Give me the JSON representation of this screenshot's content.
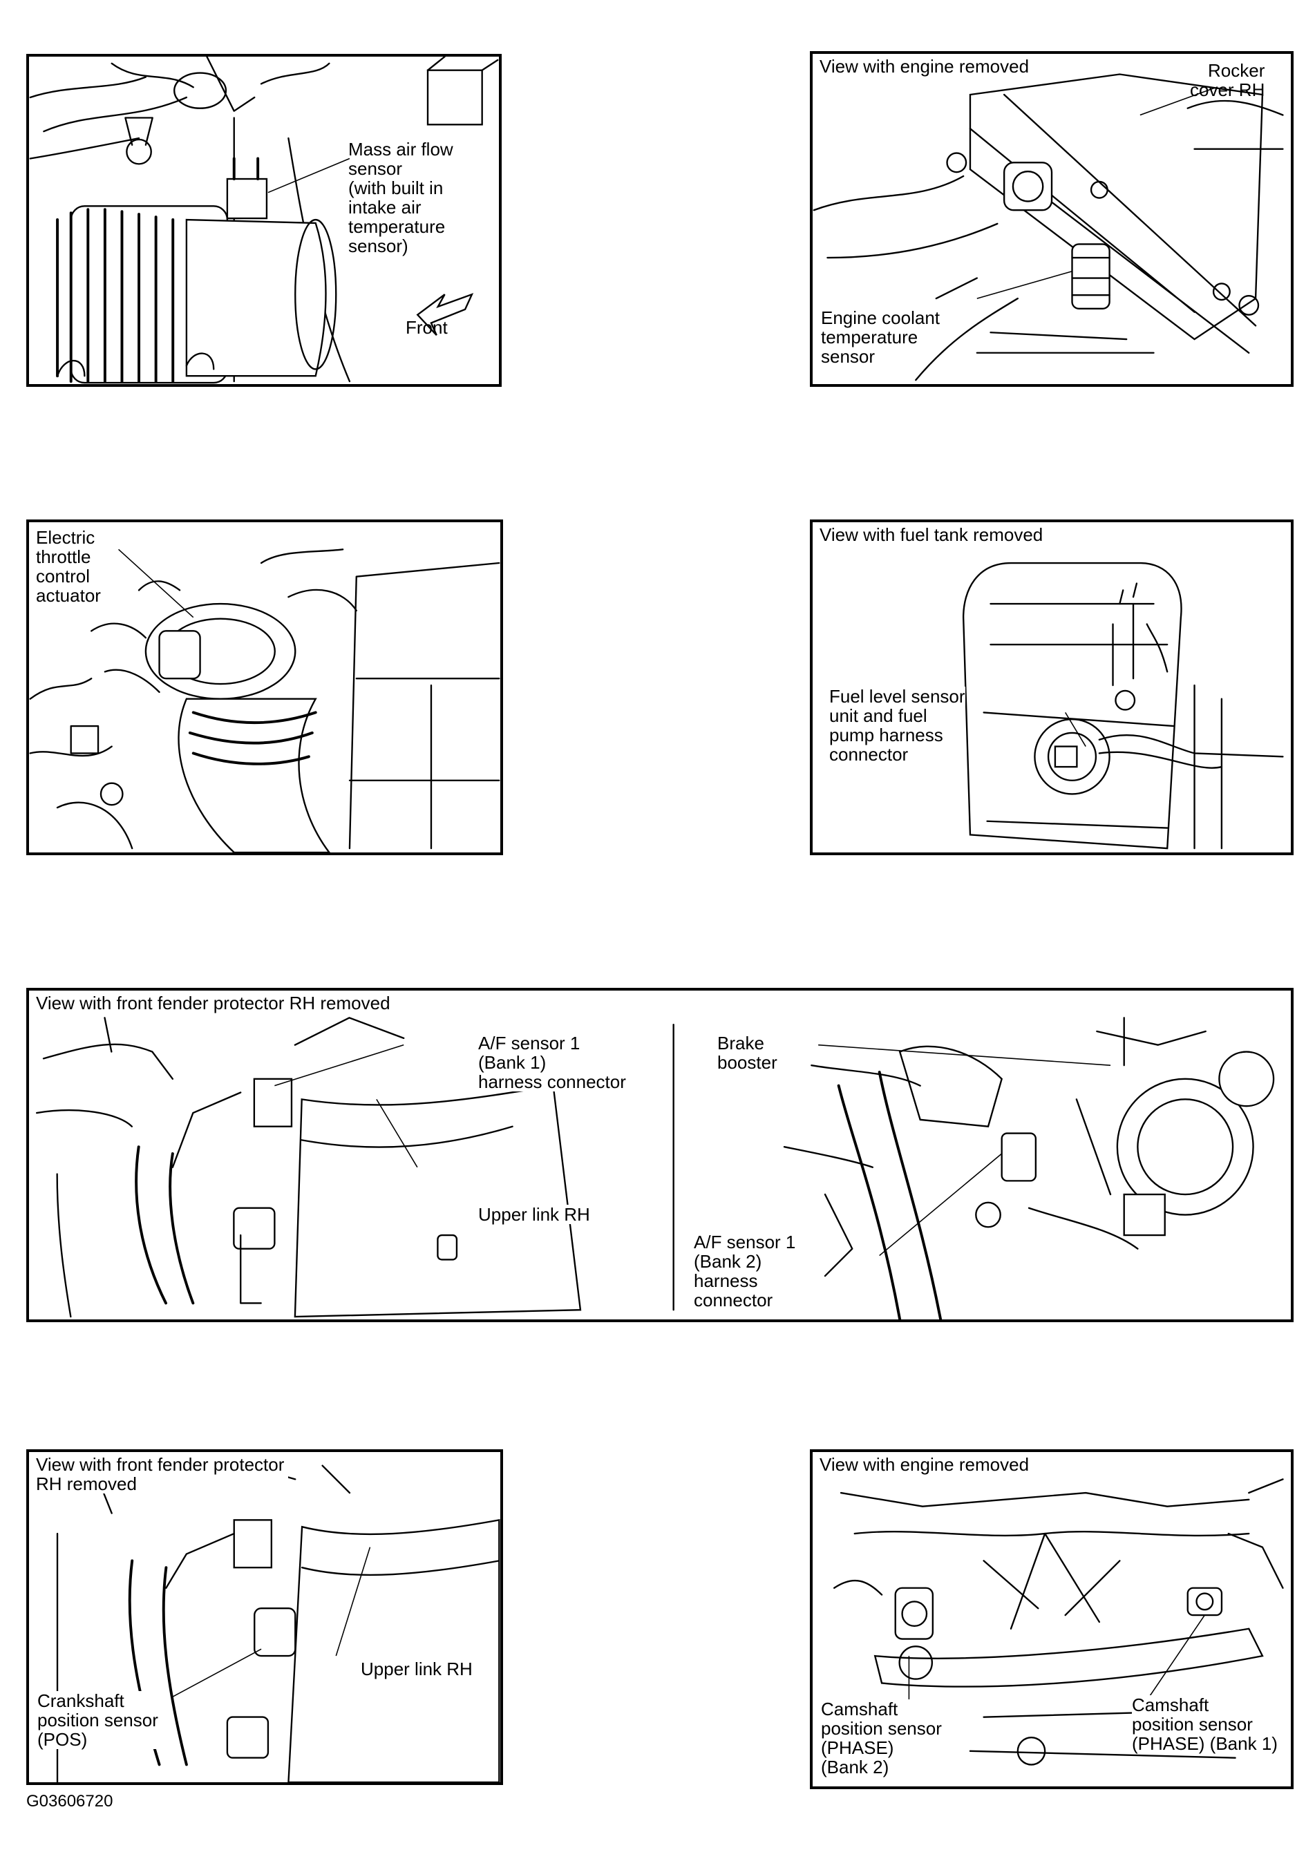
{
  "panels": {
    "p1": {
      "labels": {
        "maf": "Mass air flow\nsensor\n(with built in\nintake air\ntemperature\nsensor)",
        "front": "Front"
      }
    },
    "p2": {
      "view": "View with engine removed",
      "labels": {
        "rocker": "Rocker\ncover RH",
        "ect": "Engine coolant\ntemperature\nsensor"
      }
    },
    "p3": {
      "labels": {
        "etc": "Electric\nthrottle\ncontrol\nactuator"
      }
    },
    "p4": {
      "view": "View with fuel tank removed",
      "labels": {
        "fuel": "Fuel level sensor\nunit and fuel\npump harness\nconnector"
      }
    },
    "p5": {
      "view": "View with front fender protector RH removed",
      "labels": {
        "af1": "A/F sensor 1\n(Bank 1)\nharness connector",
        "upper": "Upper link RH",
        "brake": "Brake\nbooster",
        "af2": "A/F sensor 1\n(Bank 2)\nharness\nconnector"
      }
    },
    "p6": {
      "view": "View with front fender protector\nRH removed",
      "labels": {
        "crank": "Crankshaft\nposition sensor\n(POS)",
        "upper": "Upper link RH"
      }
    },
    "p7": {
      "view": "View with engine removed",
      "labels": {
        "cam1": "Camshaft\nposition sensor\n(PHASE) (Bank 1)",
        "cam2": "Camshaft\nposition sensor\n(PHASE)\n(Bank 2)"
      }
    }
  },
  "figure_code": "G03606720"
}
